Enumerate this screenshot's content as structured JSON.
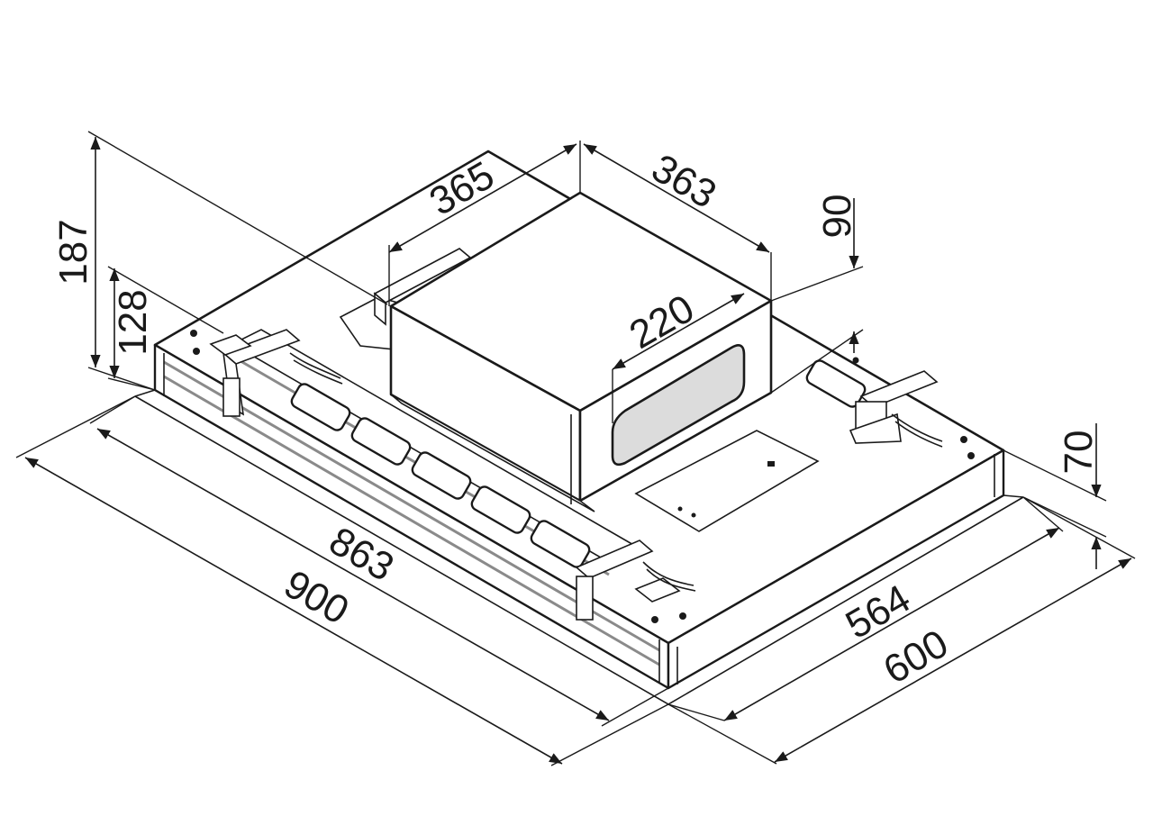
{
  "diagram": {
    "dimensions": {
      "overall_height": "187",
      "body_height": "128",
      "box_depth": "365",
      "box_width": "363",
      "box_height": "90",
      "outlet_width": "220",
      "panel_height": "70",
      "inner_length": "863",
      "overall_length": "900",
      "inner_width": "564",
      "overall_width": "600"
    },
    "colors": {
      "line": "#1a1a1a",
      "filter_glass": "#dcdcdc",
      "trim": "#8a8a8a",
      "background": "#ffffff"
    }
  }
}
